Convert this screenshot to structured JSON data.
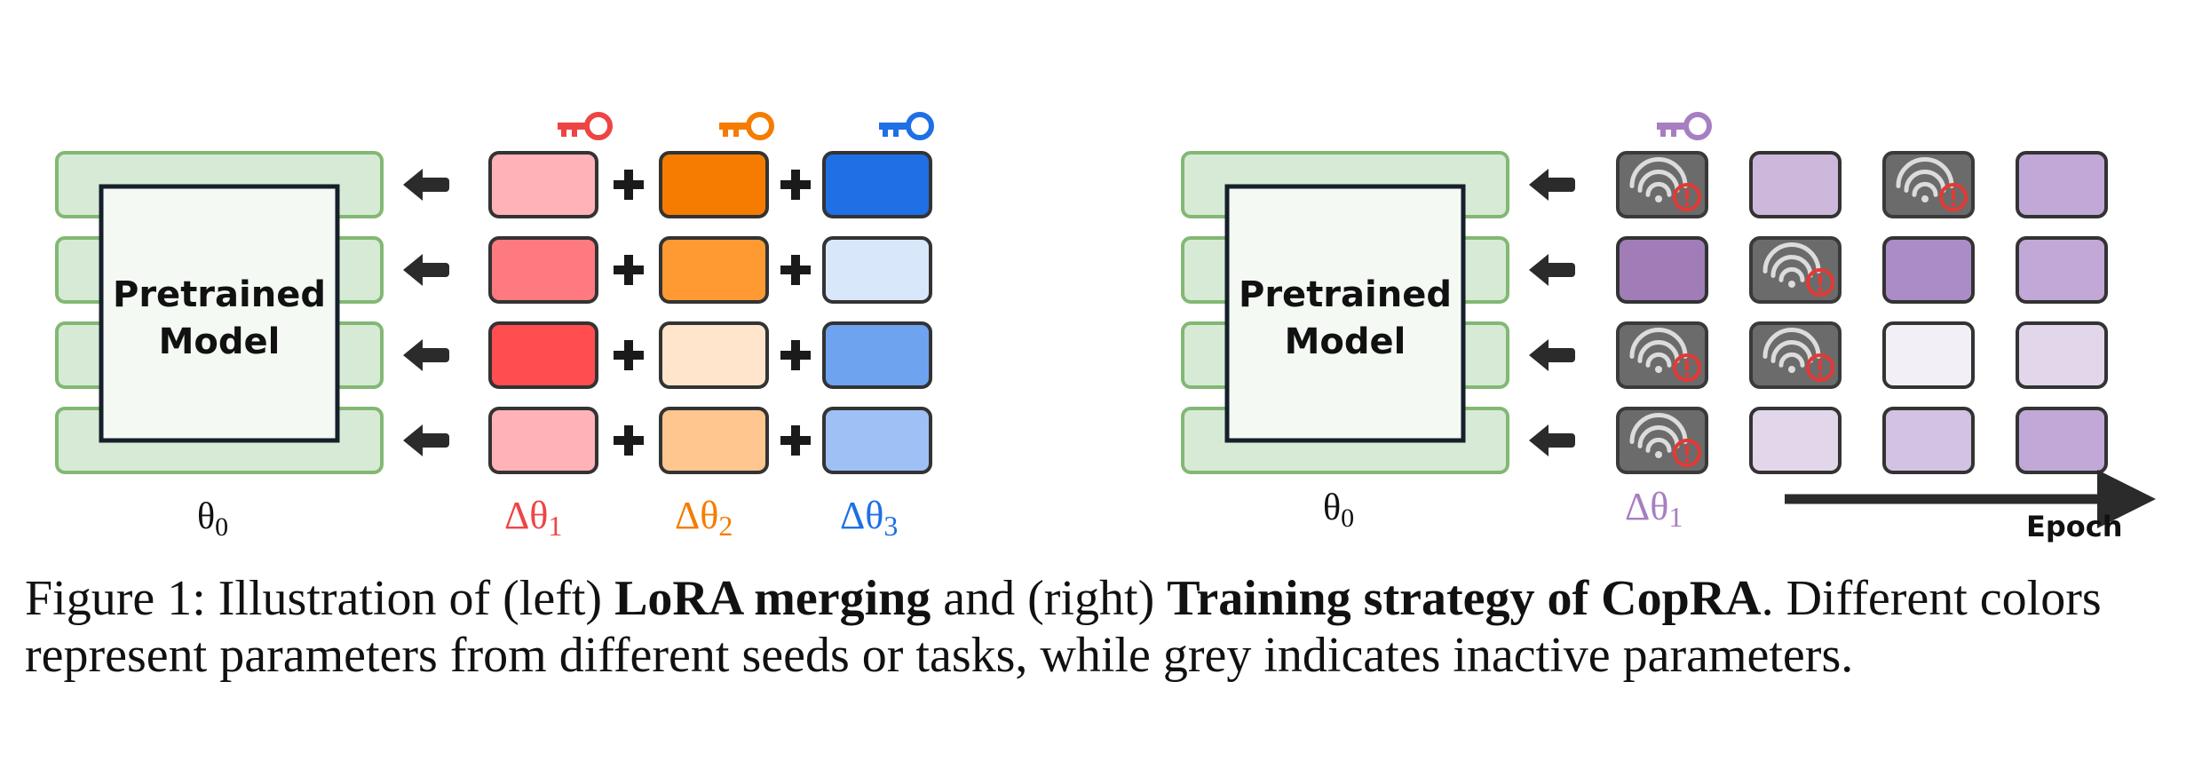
{
  "figure": {
    "left_panel": {
      "model_label_line1": "Pretrained",
      "model_label_line2": "Model",
      "theta0": {
        "symbol": "θ",
        "sub": "0"
      },
      "delta_labels": [
        {
          "symbol": "Δθ",
          "sub": "1",
          "color": "#ef4444"
        },
        {
          "symbol": "Δθ",
          "sub": "2",
          "color": "#f57c00"
        },
        {
          "symbol": "Δθ",
          "sub": "3",
          "color": "#1f6fe5"
        }
      ],
      "key_colors": [
        "#ef4444",
        "#f57c00",
        "#1f6fe5"
      ],
      "block_columns": [
        [
          "#ffb3b8",
          "#ff7a80",
          "#ff4d50",
          "#ffb3b8"
        ],
        [
          "#f57c00",
          "#ff9a33",
          "#ffe5cc",
          "#ffc68f"
        ],
        [
          "#1f6fe5",
          "#d9e7fb",
          "#6ea3f0",
          "#9ec0f5"
        ]
      ],
      "plus_sign": "+"
    },
    "right_panel": {
      "model_label_line1": "Pretrained",
      "model_label_line2": "Model",
      "theta0": {
        "symbol": "θ",
        "sub": "0"
      },
      "delta_label": {
        "symbol": "Δθ",
        "sub": "1",
        "color": "#a77ec2"
      },
      "key_color": "#a77ec2",
      "epoch_label": "Epoch",
      "block_columns": [
        [
          "inactive",
          "#a17db8",
          "inactive",
          "inactive"
        ],
        [
          "#cdb8dc",
          "inactive",
          "inactive",
          "#e2d7ea"
        ],
        [
          "inactive",
          "#ab8cc6",
          "#f3eff6",
          "#d3c2e2"
        ],
        [
          "#c1a8d6",
          "#c1a8d6",
          "#e2d7ea",
          "#c1a8d6"
        ]
      ]
    },
    "colors": {
      "model_fill": "#f4f9f4",
      "layer_fill": "#d7ead6",
      "layer_stroke": "#82b873",
      "inactive_fill": "#6b6b6b",
      "warning_red": "#e53935",
      "arrow": "#2b2b2b"
    }
  },
  "caption": {
    "prefix": "Figure 1: Illustration of (left) ",
    "bold1": "LoRA merging",
    "middle": " and (right) ",
    "bold2": "Training strategy of CopRA",
    "suffix": ". Different colors represent parameters from different seeds or tasks, while grey indicates inactive parameters."
  }
}
